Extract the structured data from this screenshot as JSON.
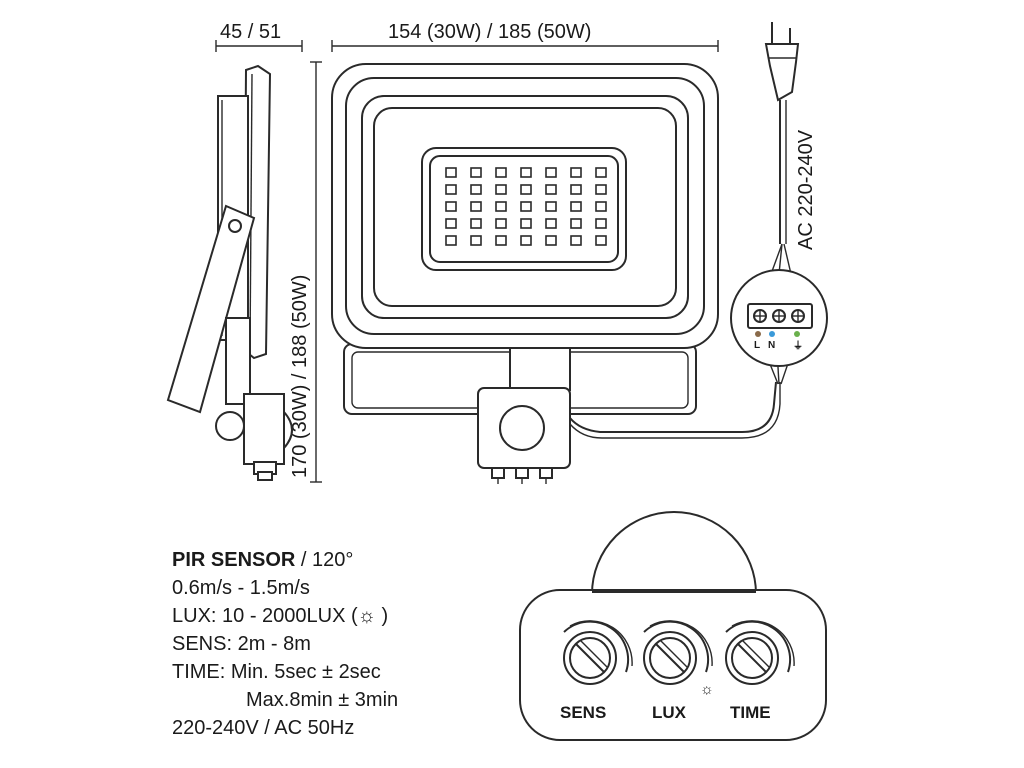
{
  "dimensions": {
    "depth": "45 / 51",
    "width": "154 (30W) / 185 (50W)",
    "height": "170 (30W) / 188 (50W)",
    "voltage": "AC 220-240V"
  },
  "terminals": [
    "L",
    "N",
    "⏚"
  ],
  "terminal_colors": {
    "L": "#8a6a4a",
    "N": "#3a9ad9",
    "earth": "#6ab04c"
  },
  "specs": {
    "title_bold": "PIR SENSOR",
    "title_rest": " / 120°",
    "speed": "0.6m/s - 1.5m/s",
    "lux": "LUX: 10 - 2000LUX (☼ )",
    "sens": "SENS: 2m - 8m",
    "time_min": "TIME: Min. 5sec ± 2sec",
    "time_max": "Max.8min ± 3min",
    "supply": "220-240V / AC 50Hz"
  },
  "knobs": {
    "sens": "SENS",
    "lux": "LUX",
    "lux_symbol": "☼",
    "time": "TIME"
  },
  "led_grid": {
    "rows": 5,
    "cols": 7
  }
}
